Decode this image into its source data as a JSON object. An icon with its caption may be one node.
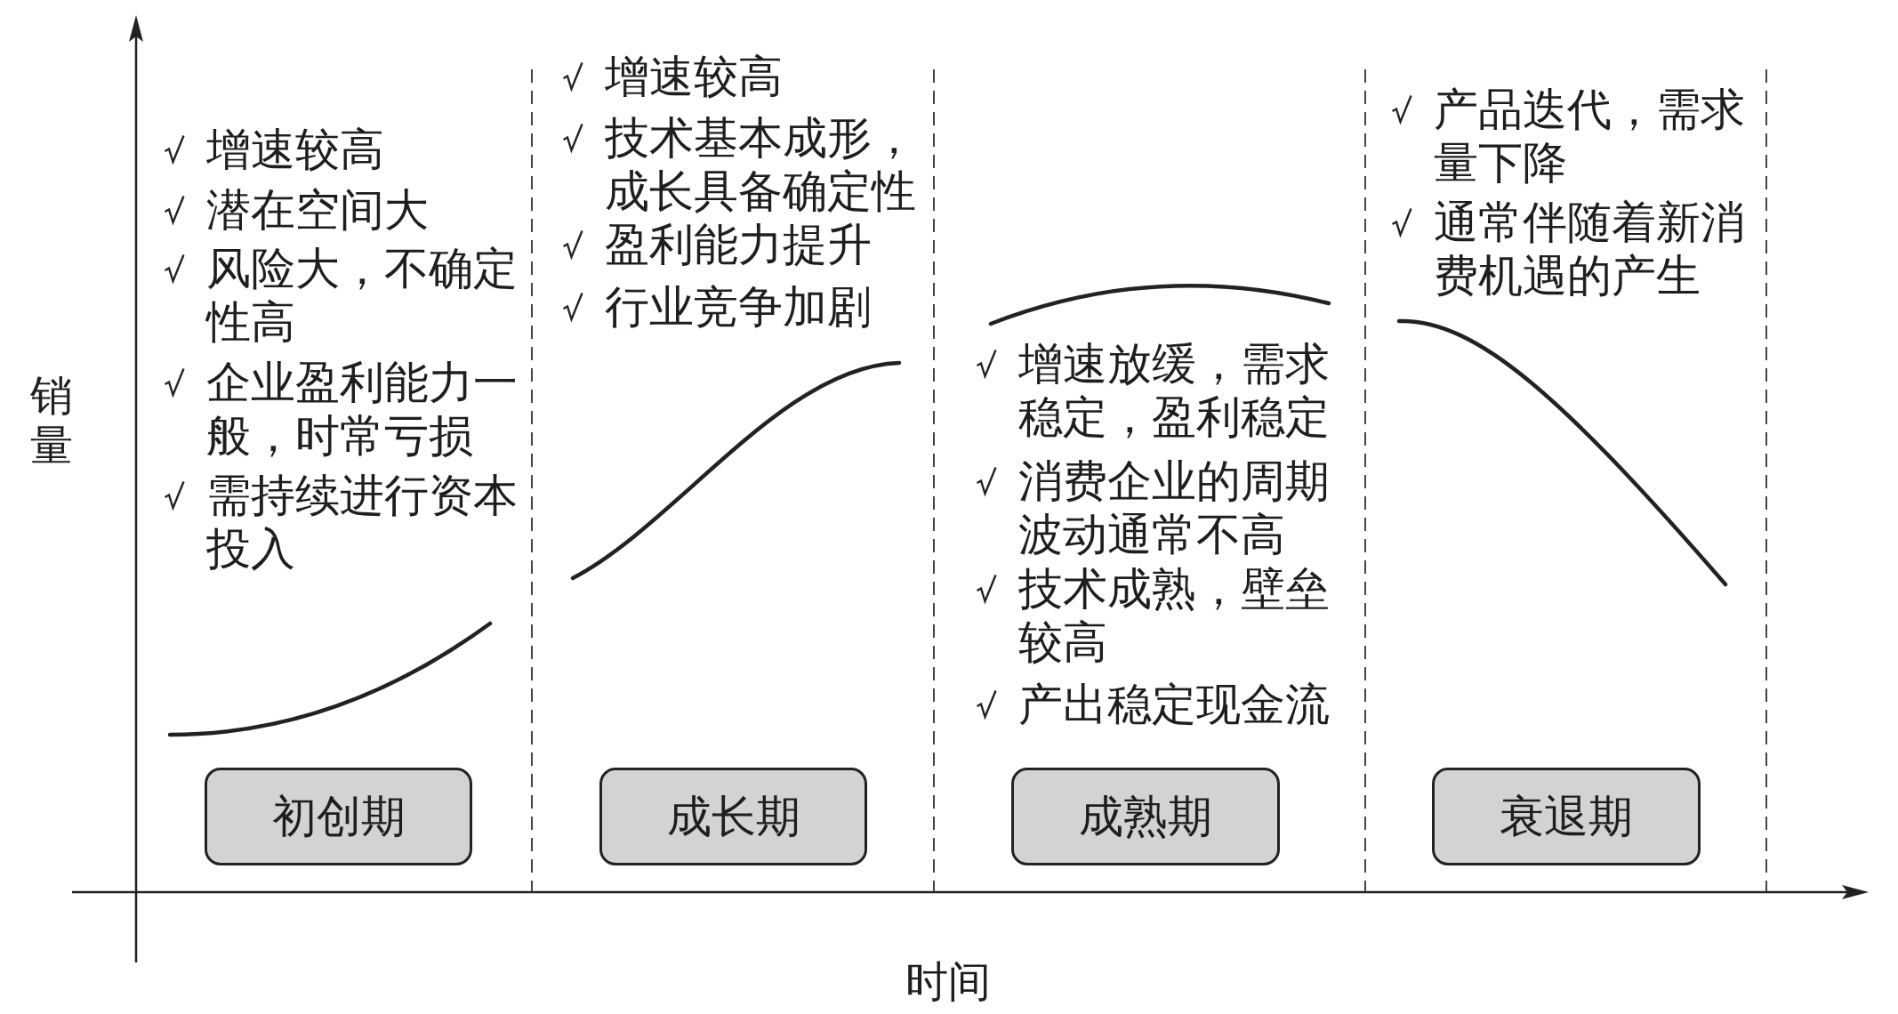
{
  "diagram": {
    "nodes": [
      {
        "text": [
          "初创期"
        ]
      },
      {
        "text": [
          "成长期"
        ]
      },
      {
        "text": [
          "成熟期"
        ]
      },
      {
        "text": [
          "衰退期"
        ]
      }
    ],
    "labels": [
      "销量",
      "增速较高",
      "潜在空间大",
      "风险大，不确定性高",
      "企业盈利能力一般，时常亏损",
      "需持续进行资本投入",
      "增速较高",
      "技术基本成形，成长具备确定性",
      "盈利能力提升",
      "行业竞争加剧",
      "增速放缓，需求稳定，盈利稳定",
      "消费企业的周期波动通常不高",
      "技术成熟，壁垒较高",
      "产出稳定现金流",
      "产品迭代，需求量下降",
      "通常伴随着新消费机遇的产生",
      "时间"
    ]
  }
}
